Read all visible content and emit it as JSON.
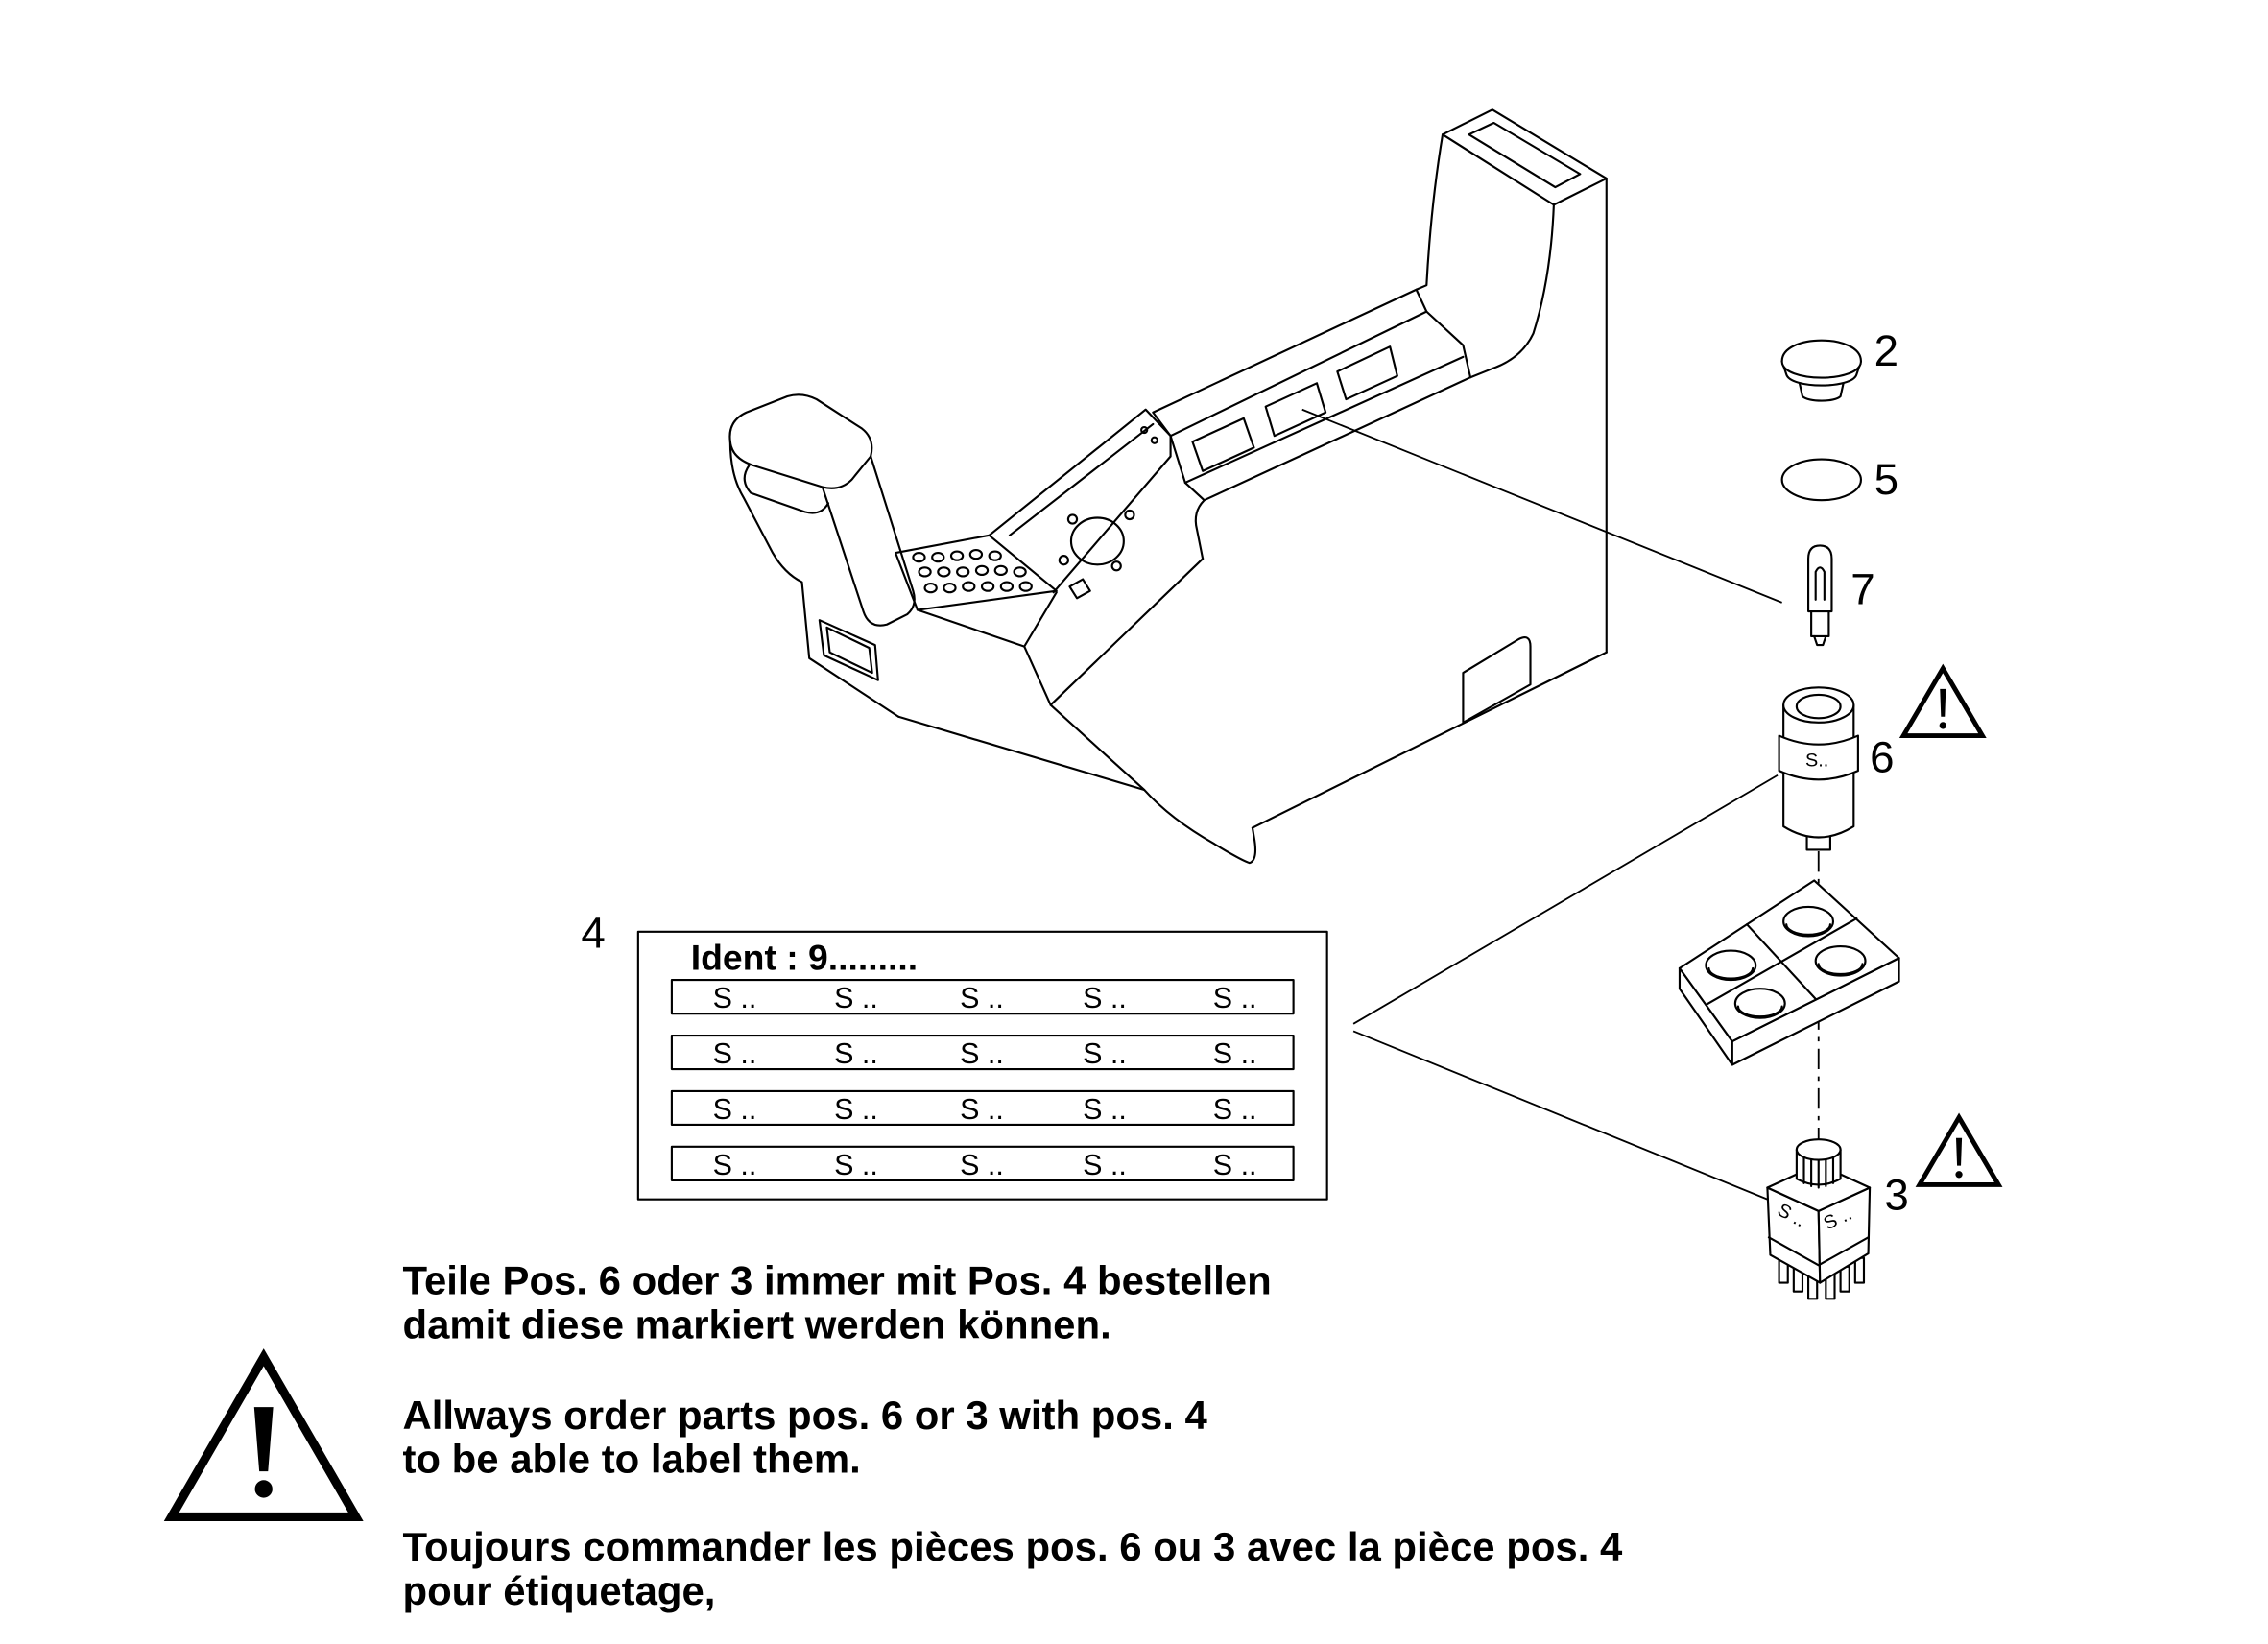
{
  "diagram": {
    "callouts": {
      "cap": "2",
      "o_ring": "5",
      "bulb": "7",
      "push_switch": "6",
      "rotary_switch": "3",
      "label_sheet": "4"
    },
    "label_sheet": {
      "ident": "Ident : 9.........",
      "rows": [
        [
          "S ..",
          "S ..",
          "S ..",
          "S ..",
          "S .."
        ],
        [
          "S ..",
          "S ..",
          "S ..",
          "S ..",
          "S .."
        ],
        [
          "S ..",
          "S ..",
          "S ..",
          "S ..",
          "S .."
        ],
        [
          "S ..",
          "S ..",
          "S ..",
          "S ..",
          "S .."
        ]
      ]
    },
    "switch_markings": {
      "push_switch": "S..",
      "rotary_switch_left": "S ..",
      "rotary_switch_right": "S .."
    }
  },
  "notes": {
    "de": [
      "Teile Pos. 6 oder 3 immer mit Pos. 4 bestellen",
      "damit diese markiert werden können."
    ],
    "en": [
      "Allways order parts pos. 6 or 3 with pos. 4",
      "to be able to label them."
    ],
    "fr": [
      "Toujours commander les pièces pos. 6 ou 3 avec la pièce pos. 4",
      "pour étiquetage,"
    ]
  },
  "icons": {
    "warning": "warning-triangle-icon",
    "exclamation": "exclamation-icon"
  },
  "colors": {
    "line": "#000000",
    "background": "#ffffff"
  }
}
